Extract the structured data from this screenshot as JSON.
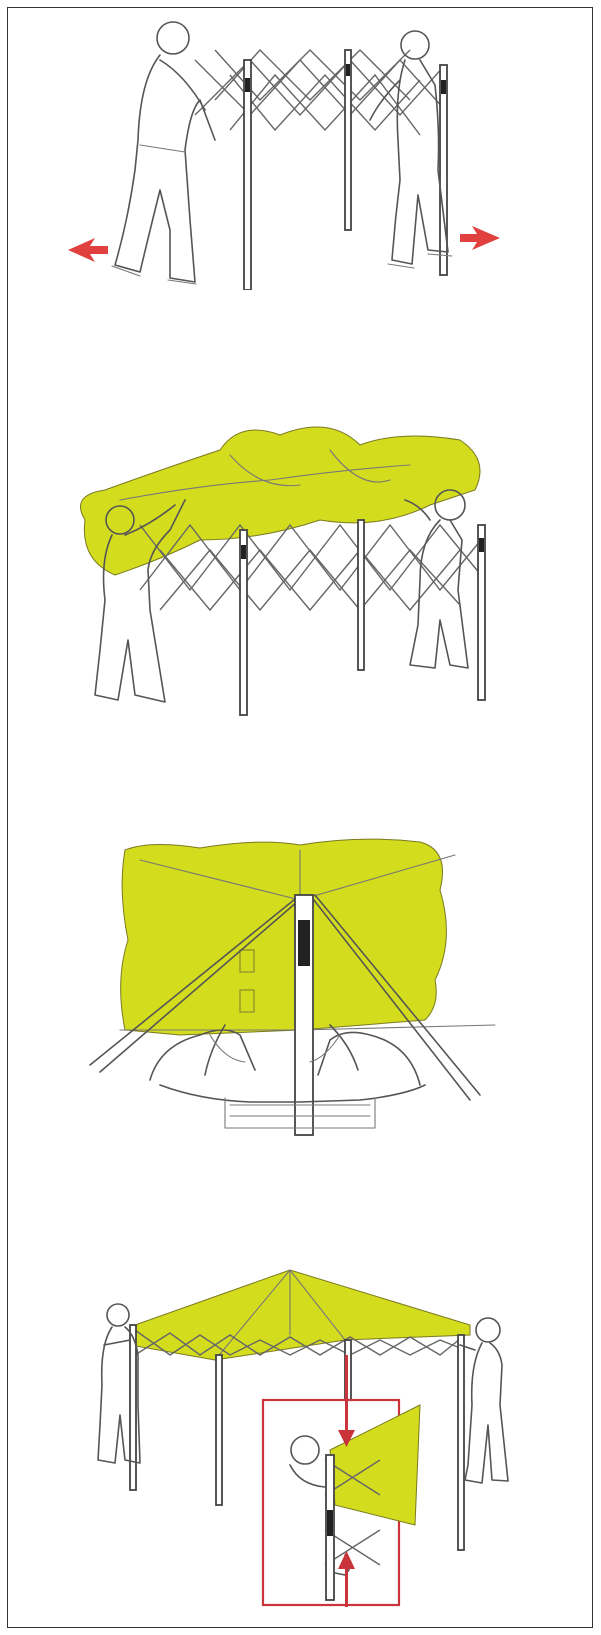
{
  "figure": {
    "description_steps": [
      {
        "id": "step-1",
        "action": "expand-frame",
        "arrows": [
          "left",
          "right"
        ]
      },
      {
        "id": "step-2",
        "action": "drape-canopy"
      },
      {
        "id": "step-3",
        "action": "secure-canopy-at-corner"
      },
      {
        "id": "step-4",
        "action": "raise-legs",
        "callout": "detail-inset",
        "arrows": [
          "down",
          "up"
        ]
      }
    ]
  },
  "colors": {
    "canopy": "#d4dc1e",
    "arrow": "#e0413f",
    "frame_line": "#555555",
    "border": "#333333",
    "inset_box": "#c8343a"
  }
}
